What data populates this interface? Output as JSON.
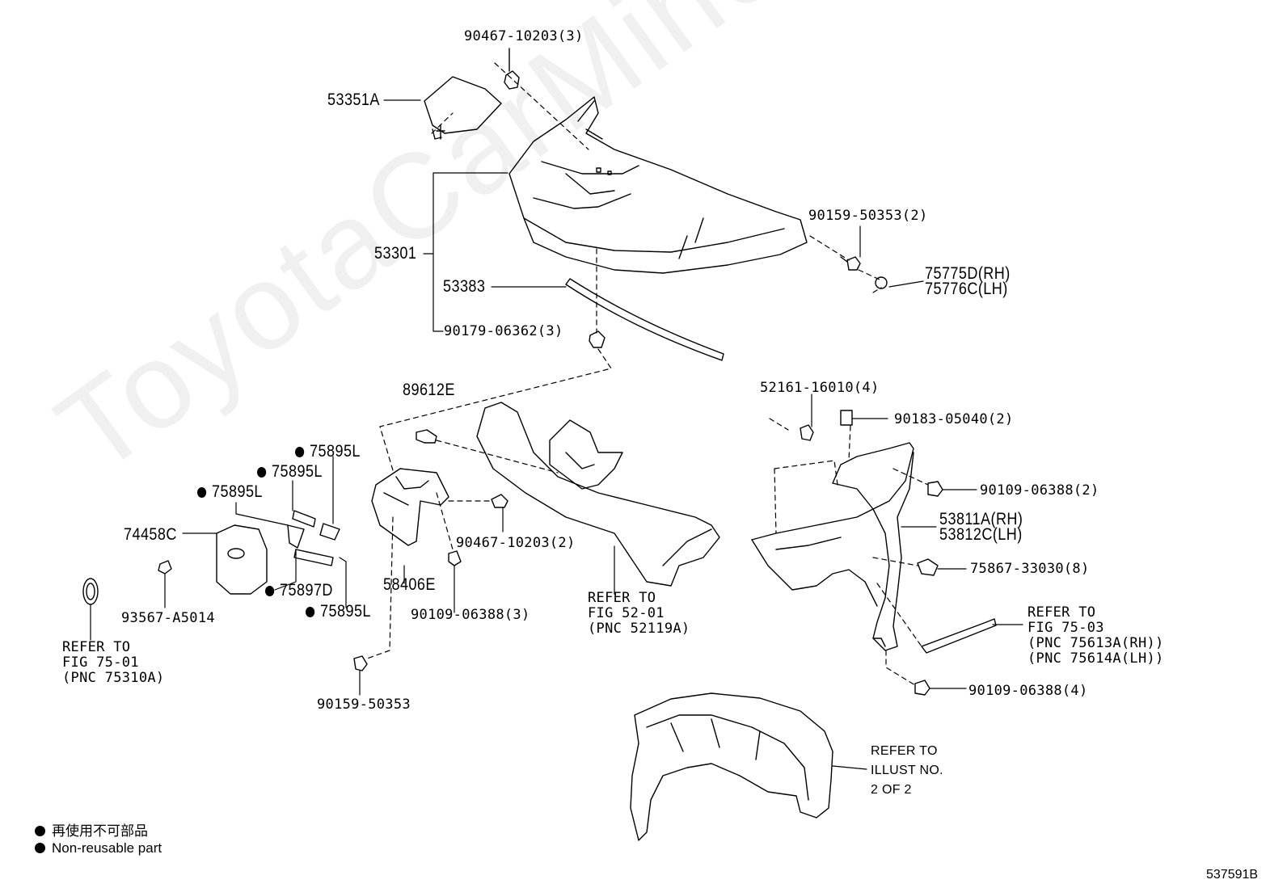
{
  "watermark": "ToyotaCarMine.ru",
  "figure_id": "537591B",
  "legend": {
    "cn": "再使用不可部品",
    "en": "Non-reusable part"
  },
  "parts": {
    "p90467_top": "90467-10203(3)",
    "p53351A": "53351A",
    "p53301": "53301",
    "p53383": "53383",
    "p90179": "90179-06362(3)",
    "p90159_top": "90159-50353(2)",
    "p75775D": "75775D(RH)",
    "p75776C": "75776C(LH)",
    "p89612E": "89612E",
    "p75895L_1": "75895L",
    "p75895L_2": "75895L",
    "p75895L_3": "75895L",
    "p74458C": "74458C",
    "p75897D": "75897D",
    "p75895L_4": "75895L",
    "p93567": "93567-A5014",
    "p58406E": "58406E",
    "p90467_mid": "90467-10203(2)",
    "p90109_mid": "90109-06388(3)",
    "p90159_bot": "90159-50353",
    "p52161": "52161-16010(4)",
    "p90183": "90183-05040(2)",
    "p90109_r1": "90109-06388(2)",
    "p53811A": "53811A(RH)",
    "p53812C": "53812C(LH)",
    "p75867": "75867-33030(8)",
    "p90109_r2": "90109-06388(4)"
  },
  "refs": {
    "fig7501": [
      "REFER TO",
      "FIG 75-01",
      "(PNC 75310A)"
    ],
    "fig5201": [
      "REFER TO",
      "FIG 52-01",
      "(PNC 52119A)"
    ],
    "fig7503": [
      "REFER TO",
      "FIG 75-03",
      "(PNC 75613A(RH))",
      "(PNC 75614A(LH))"
    ],
    "illust": [
      "REFER TO",
      "ILLUST NO.",
      "2 OF 2"
    ]
  }
}
